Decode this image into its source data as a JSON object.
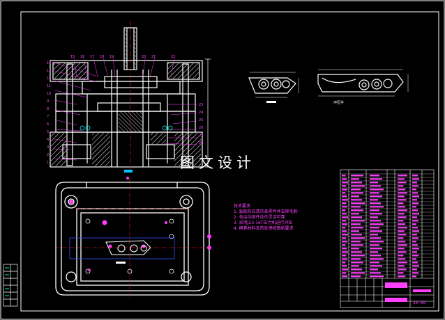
{
  "colors": {
    "background": "#000000",
    "outline": "#ffffff",
    "annotation": "#ff40ff",
    "hatch": "#ffffff",
    "centerline": "#ff2020",
    "hidden": "#3050ff",
    "highlight": "#00ffff"
  },
  "watermark": "图文设计",
  "notes": {
    "heading": "技术要求",
    "items": [
      "1. 装配前应清洗各零件并去除毛刺",
      "2. 各运动部件动作灵活可靠",
      "3. 采用J23-16T压力机进行冲压",
      "4. 模具材料及热处理按图纸要求"
    ]
  },
  "section_view": {
    "top_labels": [
      "15",
      "16",
      "17",
      "18",
      "19",
      "20",
      "21",
      "22"
    ],
    "left_labels": [
      "14",
      "13",
      "12",
      "11",
      "10",
      "9",
      "8",
      "7",
      "6",
      "5",
      "4",
      "3",
      "2",
      "1"
    ],
    "right_labels": [
      "23",
      "24",
      "25",
      "26",
      "27",
      "28"
    ]
  },
  "part_view_caption": "冲压件",
  "title_block": {
    "drawing_no": "34-00"
  }
}
